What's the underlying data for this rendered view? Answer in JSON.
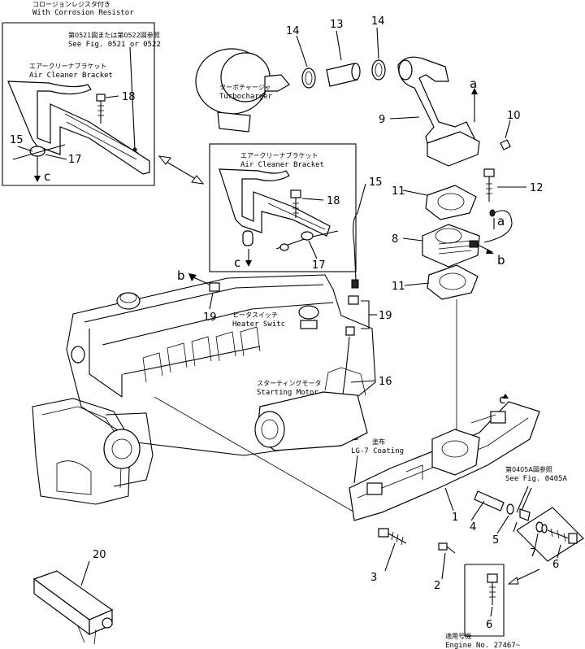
{
  "inset_corrosion": {
    "title_jp": "コロージョンレジスタ付き",
    "title_en": "With Corrosion Resistor",
    "ref_jp": "第0521図または第0522図参照",
    "ref_en": "See Fig. 0521 or 0522",
    "bracket_jp": "エアークリーナブラケット",
    "bracket_en": "Air Cleaner Bracket"
  },
  "inset_bracket": {
    "bracket_jp": "エアークリーナブラケット",
    "bracket_en": "Air Cleaner Bracket"
  },
  "labels": {
    "turbo_jp": "ターボチャージャ",
    "turbo_en": "Turbocharger",
    "heater_jp": "ヒータスイッチ",
    "heater_en": "Heater Switc",
    "starting_jp": "スターティングモータ",
    "starting_en": "Starting Motor",
    "coating_jp": "塗布",
    "coating_en": "LG-7 Coating",
    "fig_ref_jp": "第0405A図参照",
    "fig_ref_en": "See Fig. 0405A",
    "serial_jp": "適用号機",
    "serial_en": "Engine No. 27467~"
  },
  "part_numbers": {
    "p1": "1",
    "p2": "2",
    "p3": "3",
    "p4": "4",
    "p5": "5",
    "p6a": "6",
    "p6b": "6",
    "p7": "7",
    "p8": "8",
    "p9": "9",
    "p10": "10",
    "p11a": "11",
    "p11b": "11",
    "p12": "12",
    "p13": "13",
    "p14a": "14",
    "p14b": "14",
    "p15a": "15",
    "p15b": "15",
    "p16": "16",
    "p17a": "17",
    "p17b": "17",
    "p18a": "18",
    "p18b": "18",
    "p19a": "19",
    "p19b": "19",
    "p20": "20"
  },
  "letters": {
    "a1": "a",
    "a2": "a",
    "b1": "b",
    "b2": "b",
    "c1": "c",
    "c2": "c",
    "c3": "c"
  }
}
